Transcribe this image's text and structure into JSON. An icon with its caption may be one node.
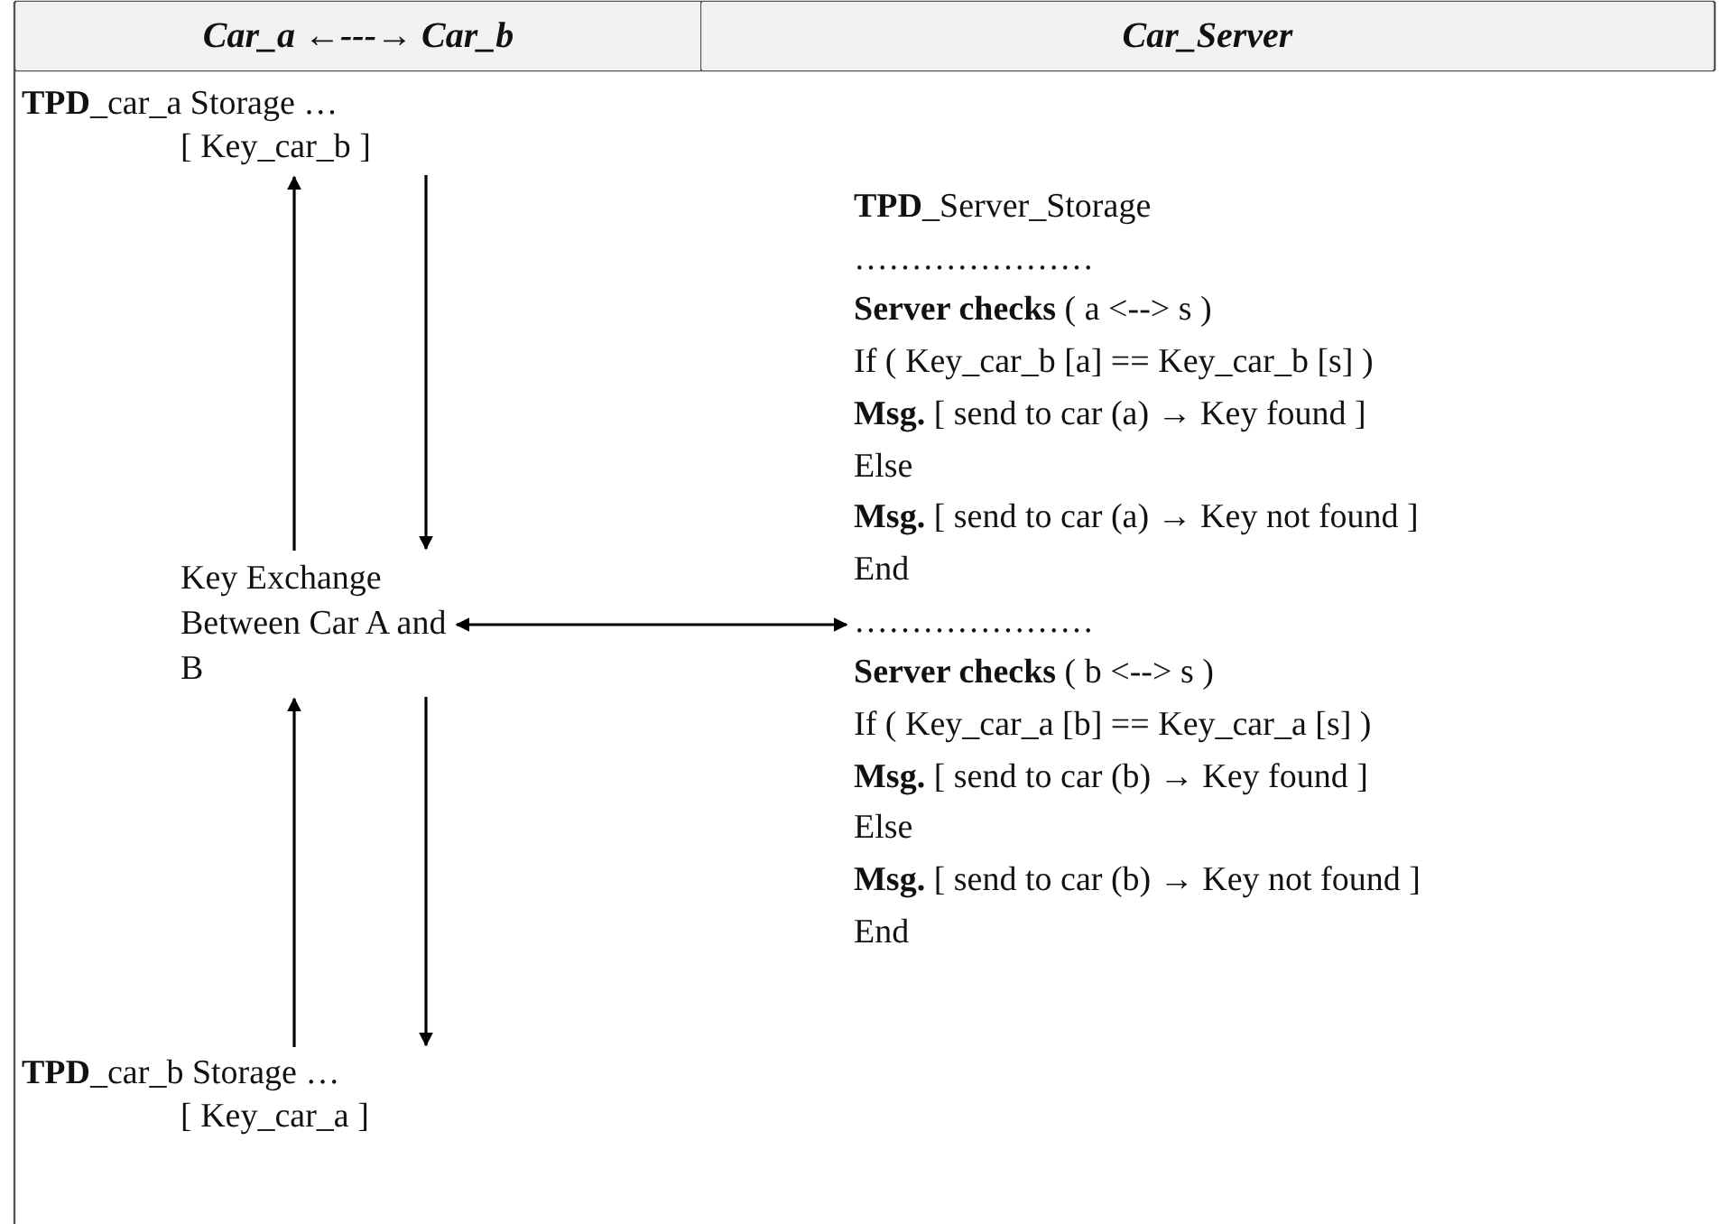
{
  "diagram": {
    "nodes": [
      {
        "text": [
          "**TPD**_car_a Storage …",
          "[ Key_car_b ]"
        ]
      },
      {
        "text": [
          "Key Exchange Between Car A and B"
        ]
      },
      {
        "text": [
          "**TPD**_car_b Storage …",
          "[ Key_car_a ]"
        ]
      },
      {
        "text": [
          "**TPD**_Server_Storage",
          "…………………",
          "**Server checks** ( a <--> s )",
          "If ( Key_car_b [a] == Key_car_b [s] )",
          "**Msg.** [ send to car (a) → Key found ]",
          "Else",
          "**Msg.** [ send to car (a) → Key not found ]",
          "End",
          "…………………",
          "**Server checks** ( b <--> s )",
          "If ( Key_car_a [b] == Key_car_a [s] )",
          "**Msg.** [ send to car (b) → Key found ]",
          "Else",
          "**Msg.** [ send to car (b) → Key not found ]",
          "End"
        ]
      }
    ],
    "edges": [
      {
        "from": 1,
        "to": 0,
        "arrow": "to"
      },
      {
        "from": 0,
        "to": 1,
        "arrow": "to"
      },
      {
        "from": 1,
        "to": 3,
        "arrow": "both"
      },
      {
        "from": 2,
        "to": 1,
        "arrow": "to"
      },
      {
        "from": 1,
        "to": 2,
        "arrow": "to"
      }
    ],
    "labels": [
      "Car_a ←---→ Car_b",
      "Car_Server"
    ]
  }
}
